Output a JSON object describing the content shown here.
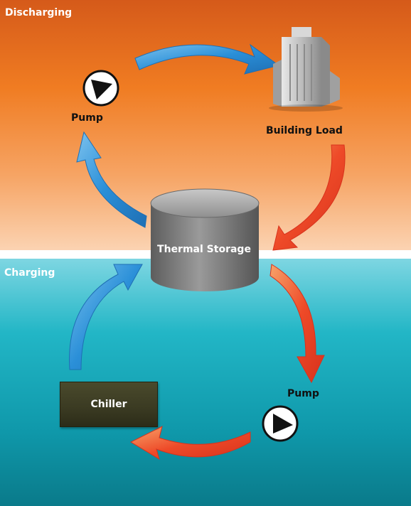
{
  "sections": {
    "top": "Discharging",
    "bottom": "Charging"
  },
  "components": {
    "storage": "Thermal Storage",
    "building": "Building Load",
    "chiller": "Chiller",
    "pump_top": "Pump",
    "pump_bottom": "Pump"
  },
  "colors": {
    "discharging_band": "#f07c22",
    "charging_band": "#22b6c6",
    "cold_flow": "#2a8fd8",
    "warm_flow": "#ee4a28",
    "storage_tank": "#8e8e8e",
    "chiller_unit": "#3a3a22"
  },
  "icons": [
    "pump-icon",
    "building-icon",
    "storage-tank-icon"
  ]
}
